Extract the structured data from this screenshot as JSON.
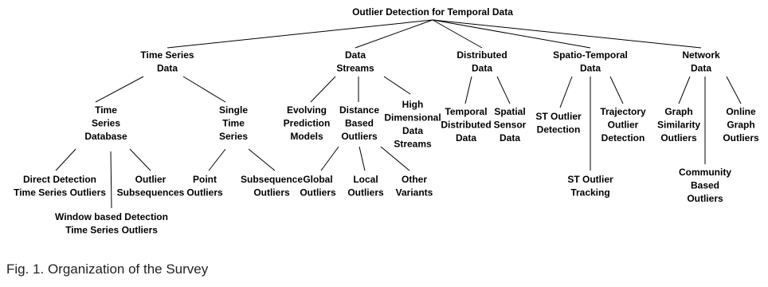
{
  "diagram": {
    "root": [
      "Outlier Detection for Temporal Data"
    ],
    "time_series_data": [
      "Time Series",
      "Data"
    ],
    "data_streams": [
      "Data",
      "Streams"
    ],
    "distributed_data": [
      "Distributed",
      "Data"
    ],
    "spatio_temporal_data": [
      "Spatio-Temporal",
      "Data"
    ],
    "network_data": [
      "Network",
      "Data"
    ],
    "time_series_database": [
      "Time",
      "Series",
      "Database"
    ],
    "single_time_series": [
      "Single",
      "Time",
      "Series"
    ],
    "direct_detection": [
      "Direct Detection",
      "Time Series Outliers"
    ],
    "window_based_detection": [
      "Window based Detection",
      "Time Series Outliers"
    ],
    "outlier_subsequences": [
      "Outlier",
      "Subsequences"
    ],
    "point_outliers": [
      "Point",
      "Outliers"
    ],
    "subsequence_outliers": [
      "Subsequence",
      "Outliers"
    ],
    "evolving_prediction_models": [
      "Evolving",
      "Prediction",
      "Models"
    ],
    "distance_based_outliers": [
      "Distance",
      "Based",
      "Outliers"
    ],
    "high_dimensional_data_streams": [
      "High",
      "Dimensional",
      "Data",
      "Streams"
    ],
    "global_outliers": [
      "Global",
      "Outliers"
    ],
    "local_outliers": [
      "Local",
      "Outliers"
    ],
    "other_variants": [
      "Other",
      "Variants"
    ],
    "temporal_distributed_data": [
      "Temporal",
      "Distributed",
      "Data"
    ],
    "spatial_sensor_data": [
      "Spatial",
      "Sensor",
      "Data"
    ],
    "st_outlier_detection": [
      "ST Outlier",
      "Detection"
    ],
    "trajectory_outlier_detection": [
      "Trajectory",
      "Outlier",
      "Detection"
    ],
    "st_outlier_tracking": [
      "ST Outlier",
      "Tracking"
    ],
    "graph_similarity_outliers": [
      "Graph",
      "Similarity",
      "Outliers"
    ],
    "community_based_outliers": [
      "Community",
      "Based",
      "Outliers"
    ],
    "online_graph_outliers": [
      "Online",
      "Graph",
      "Outliers"
    ]
  },
  "caption": "Fig. 1.  Organization of the Survey"
}
